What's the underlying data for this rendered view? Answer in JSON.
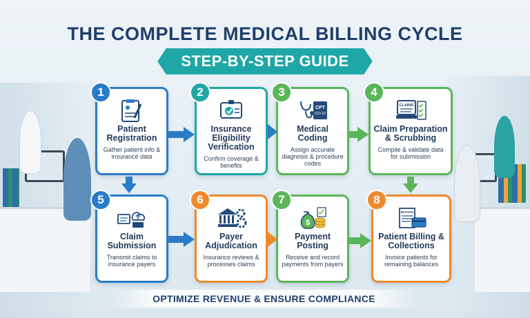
{
  "header": {
    "title": "THE COMPLETE MEDICAL BILLING CYCLE",
    "subtitle": "STEP-BY-STEP GUIDE"
  },
  "colors": {
    "blue": "#2a7cc7",
    "teal": "#1ea7a6",
    "green": "#5bb65a",
    "orange": "#f0892b",
    "navy": "#1f3e6b"
  },
  "steps": [
    {
      "num": "1",
      "title": "Patient Registration",
      "desc": "Gather patient info & insurance data",
      "icon": "clipboard-pen-icon"
    },
    {
      "num": "2",
      "title": "Insurance Eligibility Verification",
      "desc": "Confirm coverage & benefits",
      "icon": "id-card-check-icon"
    },
    {
      "num": "3",
      "title": "Medical Coding",
      "desc": "Assign accurate diagnosis & procedure codes",
      "icon": "stethoscope-codebook-icon",
      "icon_text": "CPT",
      "icon_subtext": "ICD-10"
    },
    {
      "num": "4",
      "title": "Claim Preparation & Scrubbing",
      "desc": "Compile & validate data for submission",
      "icon": "claims-checklist-icon",
      "icon_text": "CLAIMS"
    },
    {
      "num": "5",
      "title": "Claim Submission",
      "desc": "Transmit claims to insurance payers",
      "icon": "cloud-upload-icon"
    },
    {
      "num": "6",
      "title": "Payer Adjudication",
      "desc": "Insurance reviews & processes claims",
      "icon": "bank-gears-icon"
    },
    {
      "num": "7",
      "title": "Payment Posting",
      "desc": "Receive and record payments from payers",
      "icon": "money-bag-coins-icon"
    },
    {
      "num": "8",
      "title": "Patient Billing & Collections",
      "desc": "Invoice patients for remaining balances",
      "icon": "invoice-card-icon",
      "icon_text": "INVOICE"
    }
  ],
  "footer": {
    "text": "OPTIMIZE REVENUE & ENSURE COMPLIANCE"
  }
}
